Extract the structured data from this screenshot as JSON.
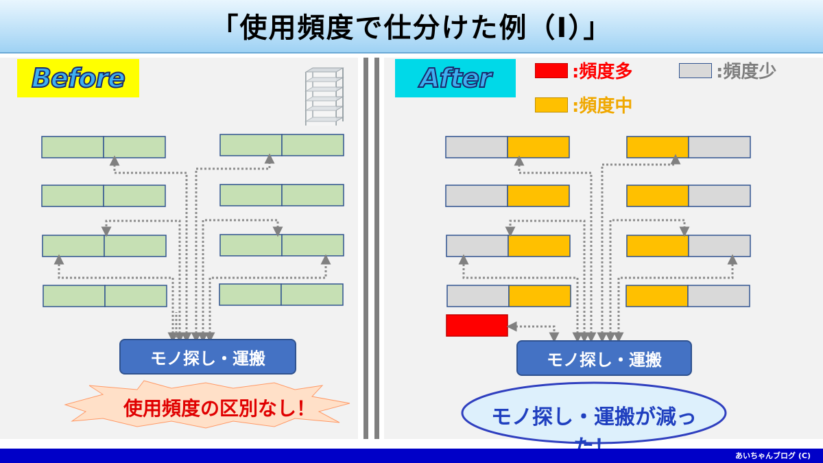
{
  "title": "「使用頻度で仕分けた例（Ⅰ）」",
  "before": {
    "badge": "Before",
    "button": "モノ探し・運搬",
    "callout": "使用頻度の区別なし！"
  },
  "after": {
    "badge": "After",
    "button": "モノ探し・運搬",
    "callout": "モノ探し・運搬が減った！"
  },
  "legend": {
    "high": ":頻度多",
    "mid": ":頻度中",
    "low": ":頻度少"
  },
  "colors": {
    "green": "#c6e0b4",
    "gray": "#d9d9d9",
    "orange": "#ffc000",
    "red": "#ff0000",
    "blue": "#4472c4"
  },
  "footer": "あいちゃんブログ (C)"
}
